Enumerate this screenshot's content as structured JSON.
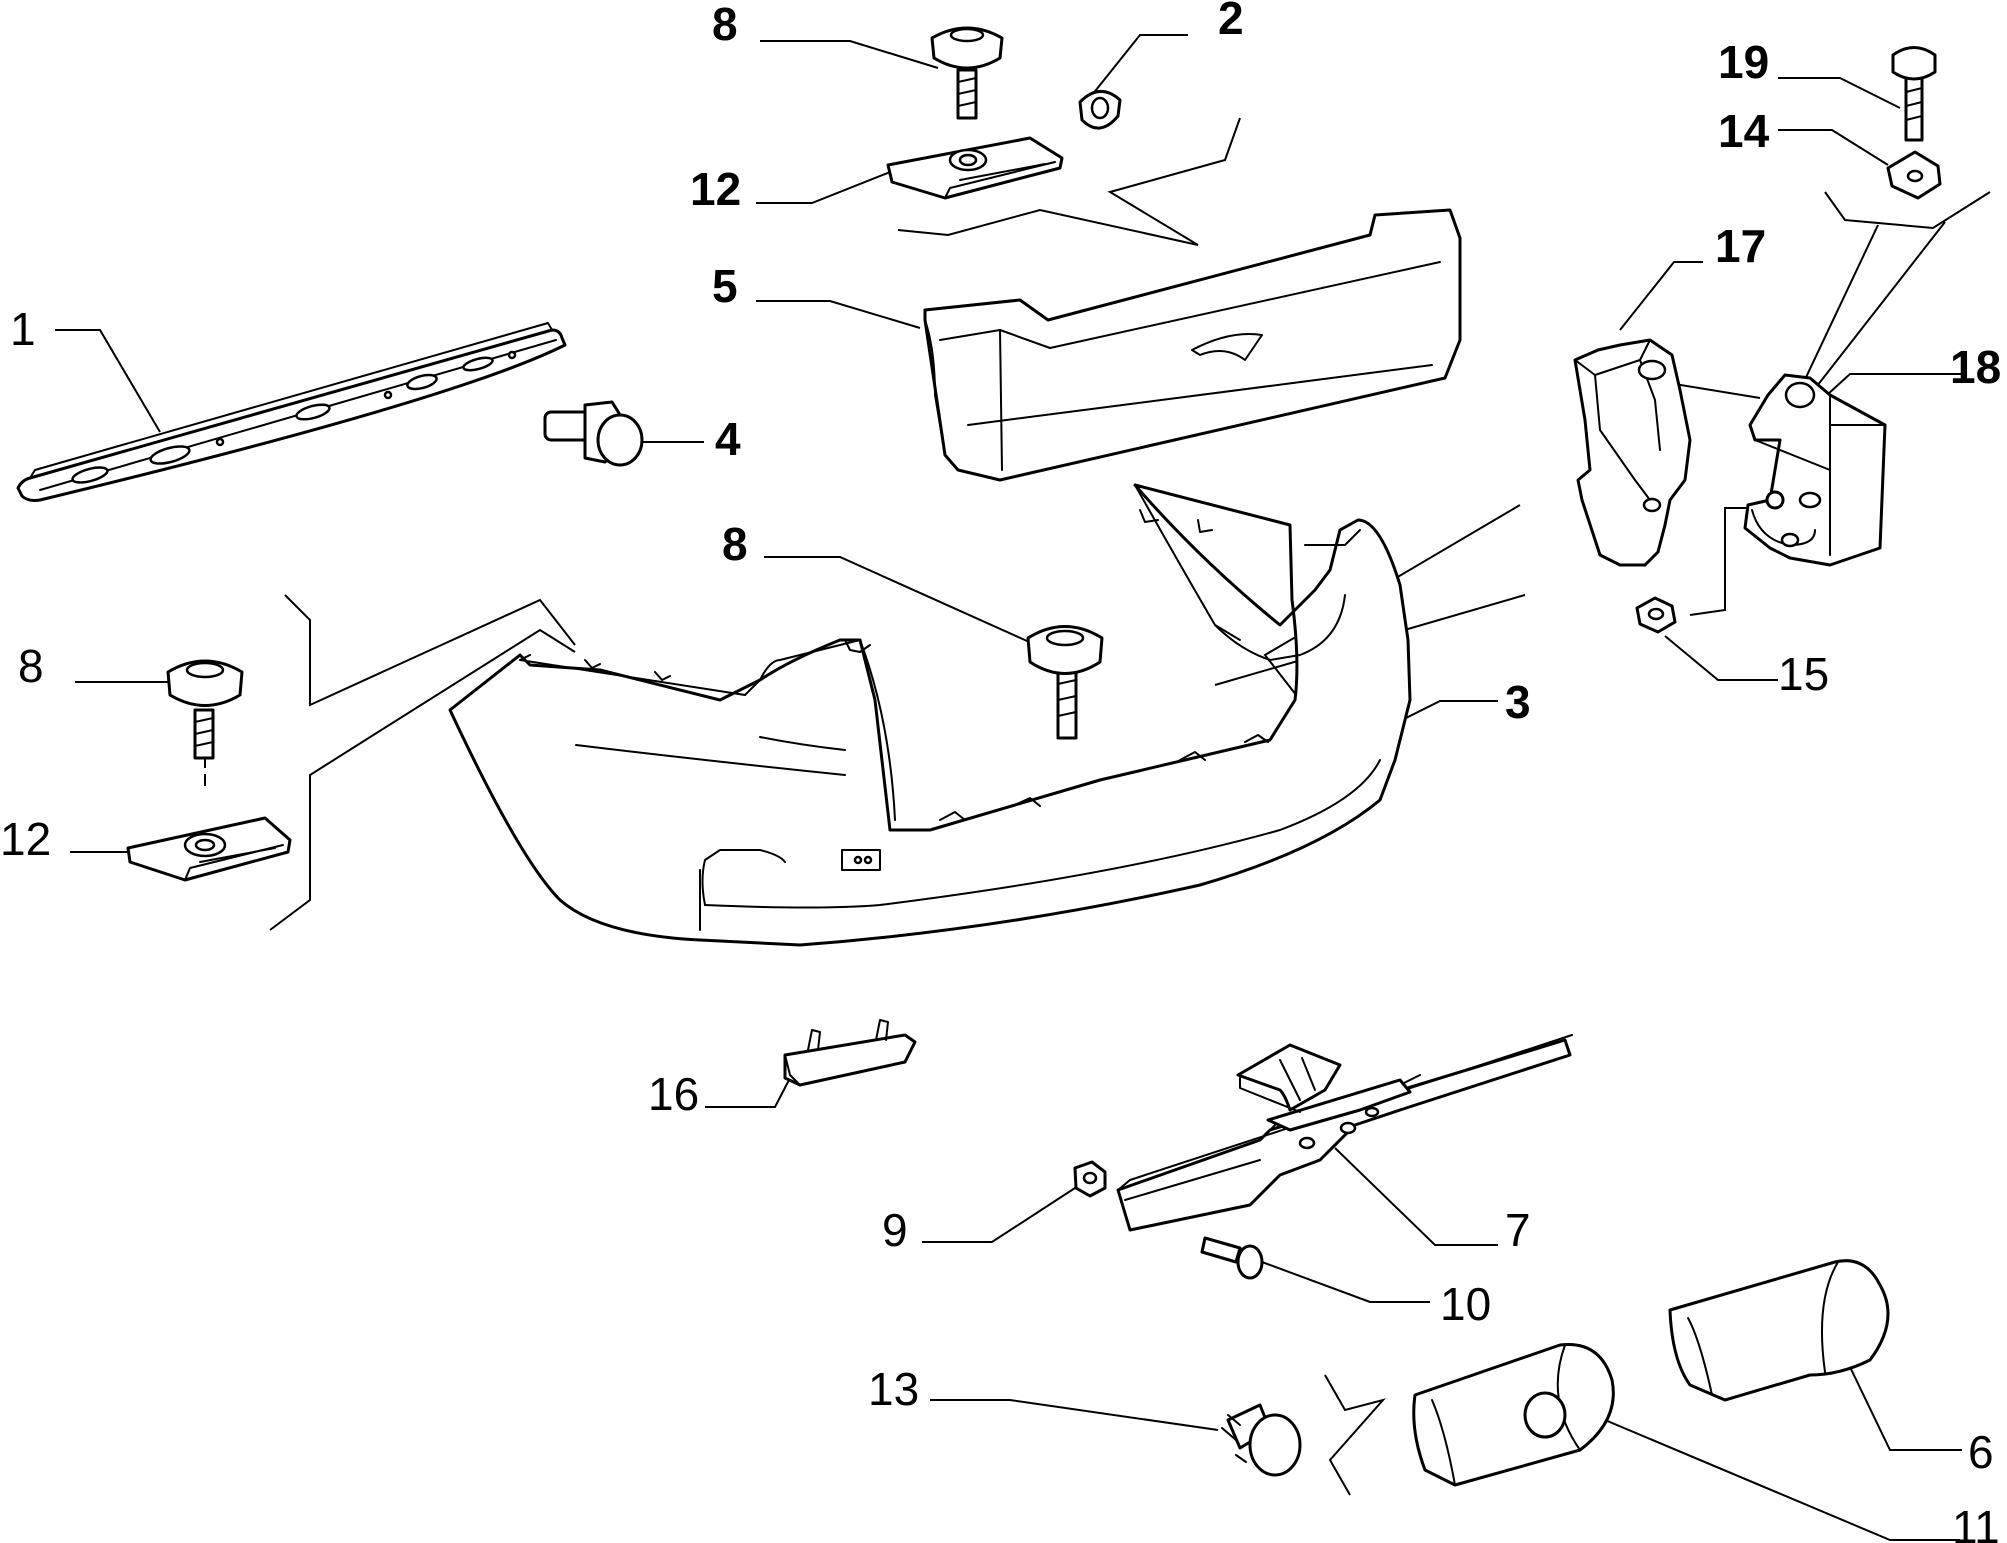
{
  "callouts": [
    {
      "id": "c1",
      "label": "1"
    },
    {
      "id": "c2",
      "label": "2"
    },
    {
      "id": "c3",
      "label": "3"
    },
    {
      "id": "c4",
      "label": "4"
    },
    {
      "id": "c5",
      "label": "5"
    },
    {
      "id": "c6",
      "label": "6"
    },
    {
      "id": "c7",
      "label": "7"
    },
    {
      "id": "c8a",
      "label": "8"
    },
    {
      "id": "c8b",
      "label": "8"
    },
    {
      "id": "c8c",
      "label": "8"
    },
    {
      "id": "c9",
      "label": "9"
    },
    {
      "id": "c10",
      "label": "10"
    },
    {
      "id": "c11",
      "label": "11"
    },
    {
      "id": "c12a",
      "label": "12"
    },
    {
      "id": "c12b",
      "label": "12"
    },
    {
      "id": "c13",
      "label": "13"
    },
    {
      "id": "c14",
      "label": "14"
    },
    {
      "id": "c15",
      "label": "15"
    },
    {
      "id": "c16",
      "label": "16"
    },
    {
      "id": "c17",
      "label": "17"
    },
    {
      "id": "c18",
      "label": "18"
    },
    {
      "id": "c19",
      "label": "19"
    }
  ]
}
